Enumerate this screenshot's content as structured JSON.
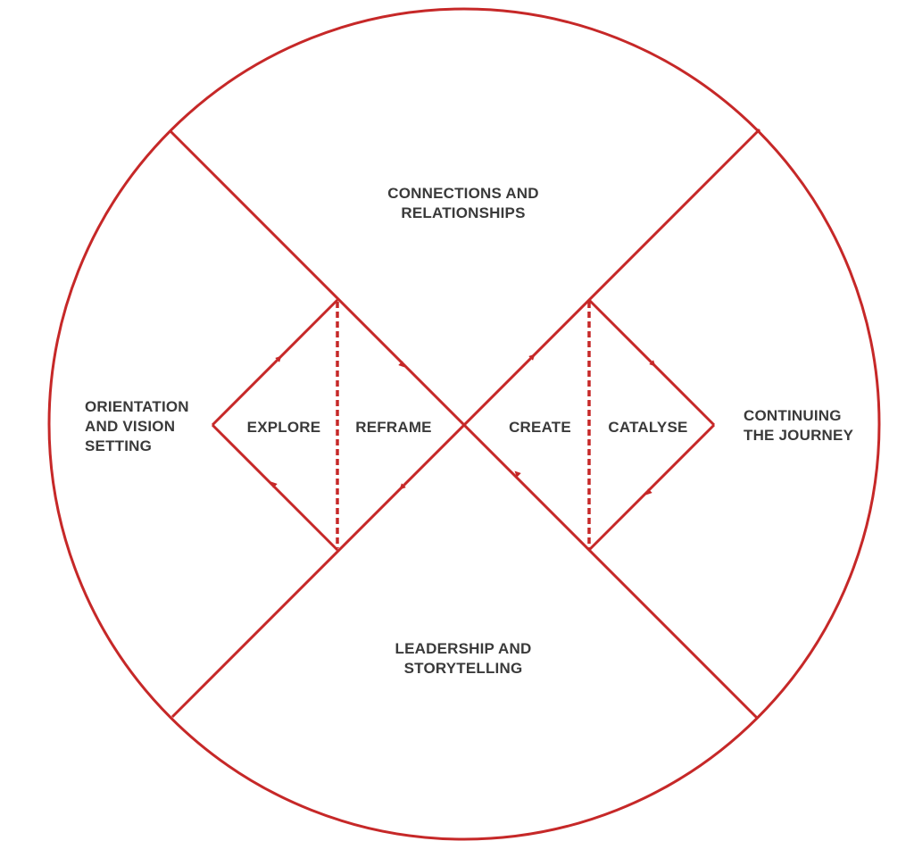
{
  "colors": {
    "stroke": "#c62828",
    "text": "#3a3a3a",
    "background": "#ffffff"
  },
  "outer_sections": {
    "top": [
      "CONNECTIONS AND",
      "RELATIONSHIPS"
    ],
    "left": [
      "ORIENTATION",
      "AND VISION",
      "SETTING"
    ],
    "right": [
      "CONTINUING",
      "THE JOURNEY"
    ],
    "bottom": [
      "LEADERSHIP AND",
      "STORYTELLING"
    ]
  },
  "inner_steps": {
    "explore": "EXPLORE",
    "reframe": "REFRAME",
    "create": "CREATE",
    "catalyse": "CATALYSE"
  }
}
